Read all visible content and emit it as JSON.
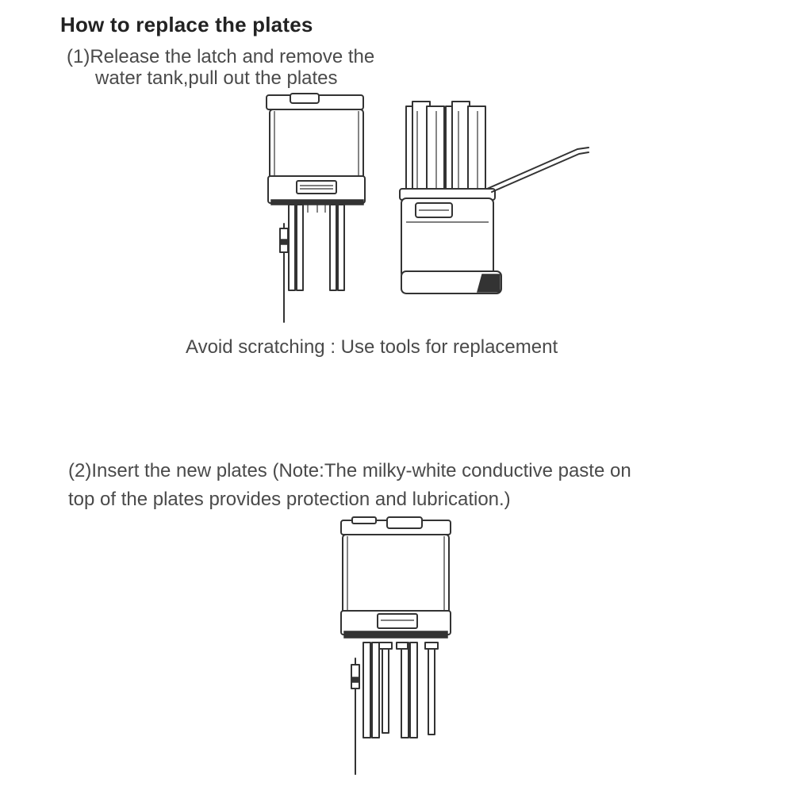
{
  "heading": "How to replace the plates",
  "step1": {
    "line1": "(1)Release the latch and remove the",
    "line2": "water tank,pull out the plates"
  },
  "caption": "Avoid scratching : Use tools for replacement",
  "step2": {
    "line1": "(2)Insert the new plates (Note:The milky-white conductive paste on",
    "line2": "top of the plates provides protection and lubrication.)"
  },
  "illustrations": {
    "humidifier_top_unit": "device-top-unit-icon",
    "water_tank_with_plates": "water-tank-plates-icon",
    "removal_tool": "removal-tool-icon",
    "humidifier_with_new_plates": "device-new-plates-icon"
  },
  "colors": {
    "text": "#4a4a4a",
    "heading": "#222222",
    "line_art": "#333333",
    "background": "#ffffff"
  }
}
